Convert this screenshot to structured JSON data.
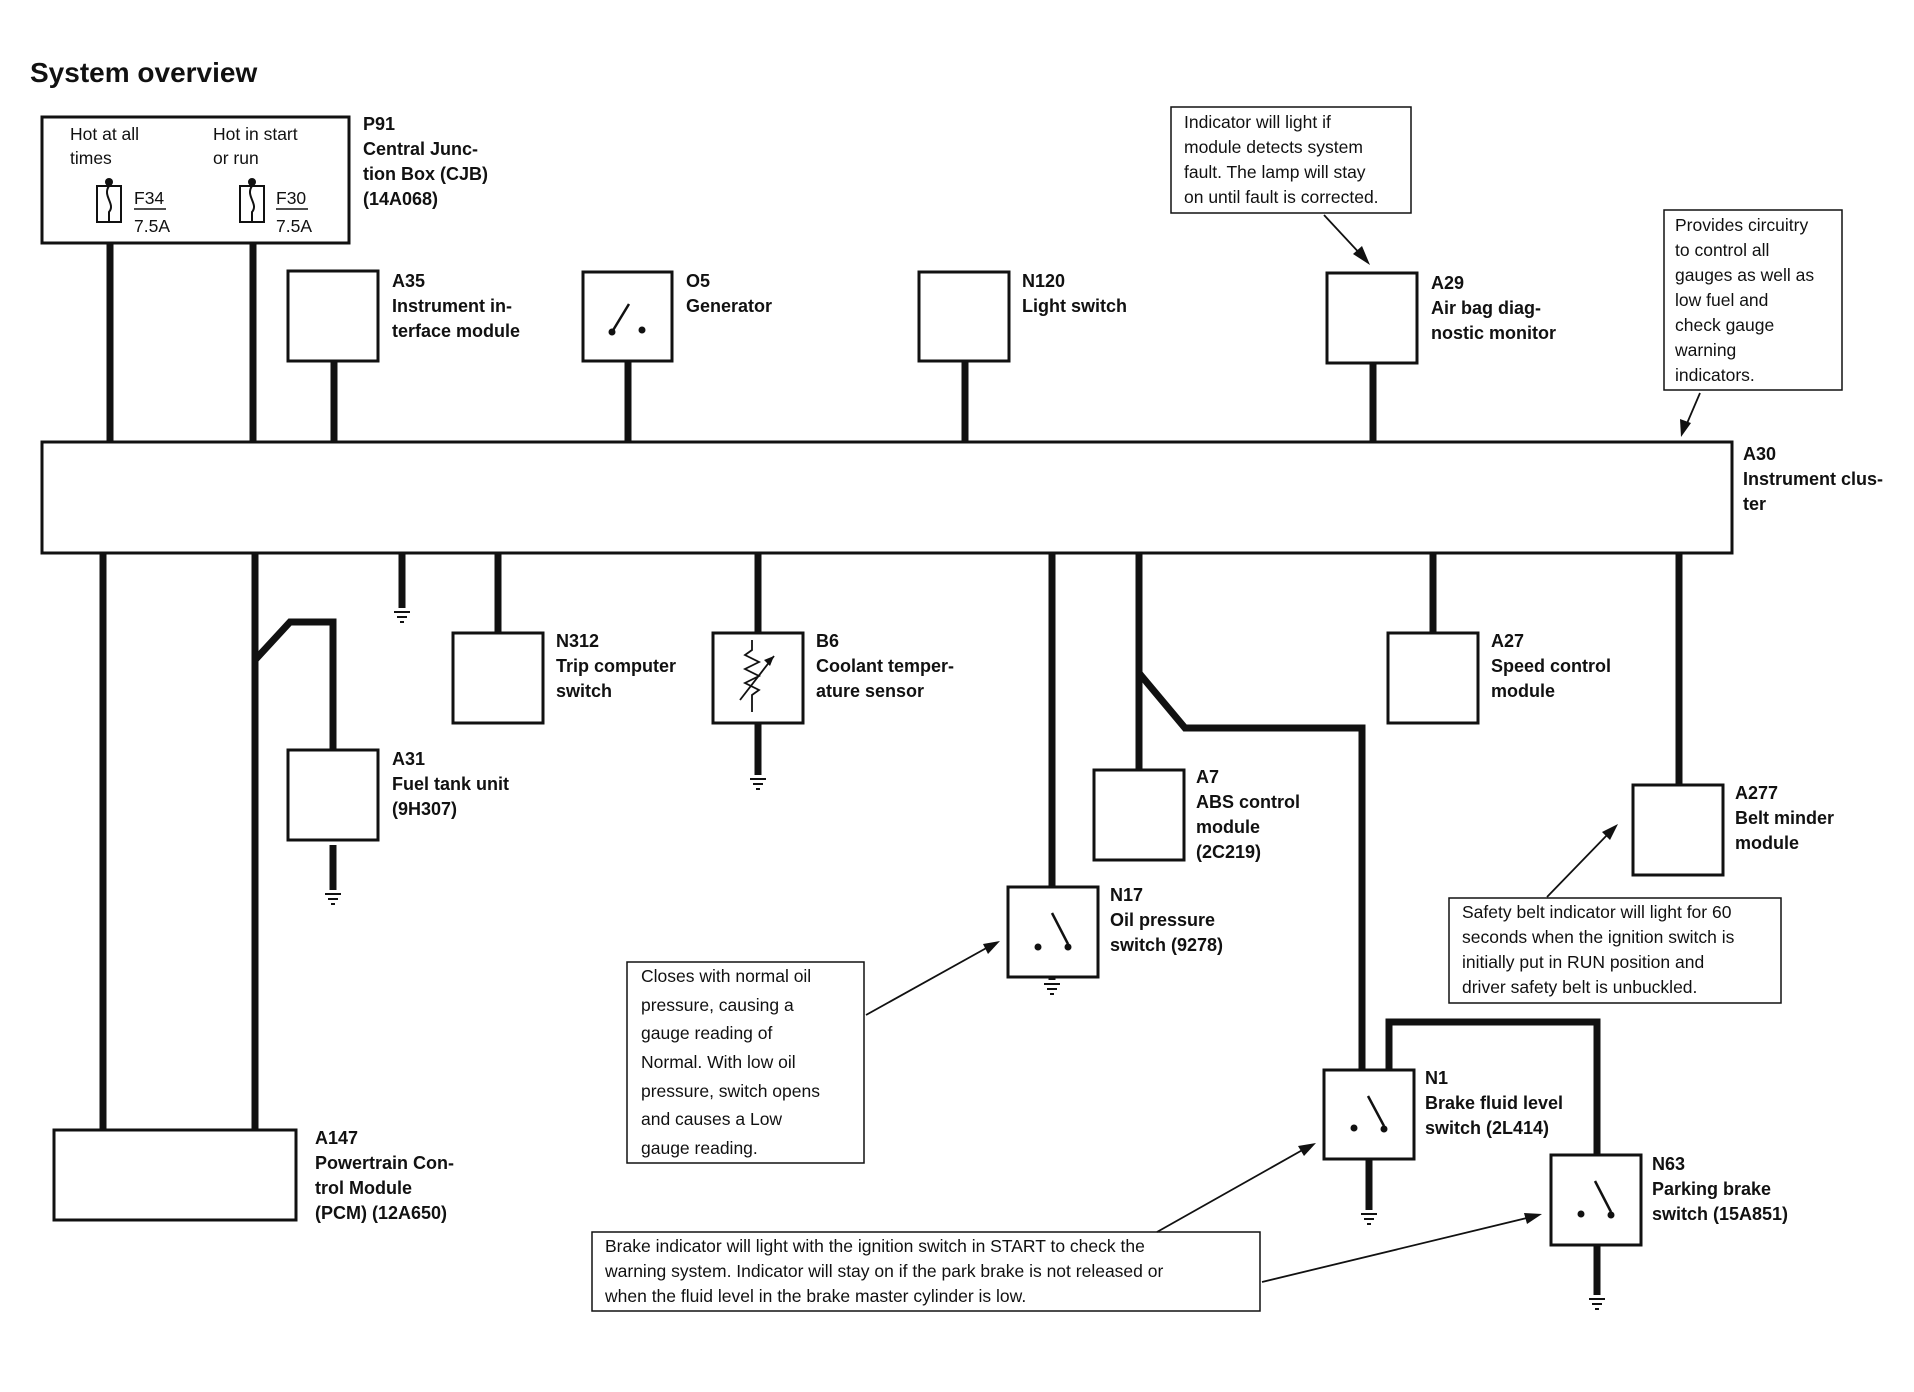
{
  "title": "System overview",
  "cjb": {
    "hot_all_1": "Hot at all",
    "hot_all_2": "times",
    "hot_start_1": "Hot in start",
    "hot_start_2": "or run",
    "f34_name": "F34",
    "f34_rating": "7.5A",
    "f30_name": "F30",
    "f30_rating": "7.5A",
    "label": [
      "P91",
      "Central Junc-",
      "tion Box (CJB)",
      "(14A068)"
    ]
  },
  "components": {
    "a35": [
      "A35",
      "Instrument in-",
      "terface module"
    ],
    "o5": [
      "O5",
      "Generator"
    ],
    "n120": [
      "N120",
      "Light switch"
    ],
    "a29": [
      "A29",
      "Air bag diag-",
      "nostic monitor"
    ],
    "a30": [
      "A30",
      "Instrument clus-",
      "ter"
    ],
    "n312": [
      "N312",
      "Trip computer",
      "switch"
    ],
    "b6": [
      "B6",
      "Coolant temper-",
      "ature sensor"
    ],
    "a27": [
      "A27",
      "Speed control",
      "module"
    ],
    "a31": [
      "A31",
      "Fuel tank unit",
      "(9H307)"
    ],
    "a7": [
      "A7",
      "ABS control",
      "module",
      "(2C219)"
    ],
    "a277": [
      "A277",
      "Belt minder",
      "module"
    ],
    "n17": [
      "N17",
      "Oil pressure",
      "switch (9278)"
    ],
    "n1": [
      "N1",
      "Brake fluid level",
      "switch (2L414)"
    ],
    "n63": [
      "N63",
      "Parking brake",
      "switch (15A851)"
    ],
    "a147": [
      "A147",
      "Powertrain Con-",
      "trol Module",
      "(PCM) (12A650)"
    ]
  },
  "notes": {
    "airbag": [
      "Indicator will light if",
      "module detects system",
      "fault.  The lamp will stay",
      "on until fault is corrected."
    ],
    "cluster": [
      "Provides circuitry",
      "to control all",
      "gauges as well as",
      "low fuel and",
      "check gauge",
      "warning",
      "indicators."
    ],
    "belt": [
      "Safety belt indicator will light for 60",
      "seconds when the ignition switch is",
      "initially put in RUN position and",
      "driver safety belt is unbuckled."
    ],
    "oil": [
      "Closes with normal oil",
      "pressure, causing a",
      "gauge reading of",
      "Normal.  With  low oil",
      "pressure, switch opens",
      "and causes a Low",
      "gauge reading."
    ],
    "brake": [
      "Brake indicator will light with the ignition switch in START to check the",
      "warning system. Indicator will stay on if the park brake is not released or",
      "when the fluid level in the brake master cylinder is low."
    ]
  }
}
